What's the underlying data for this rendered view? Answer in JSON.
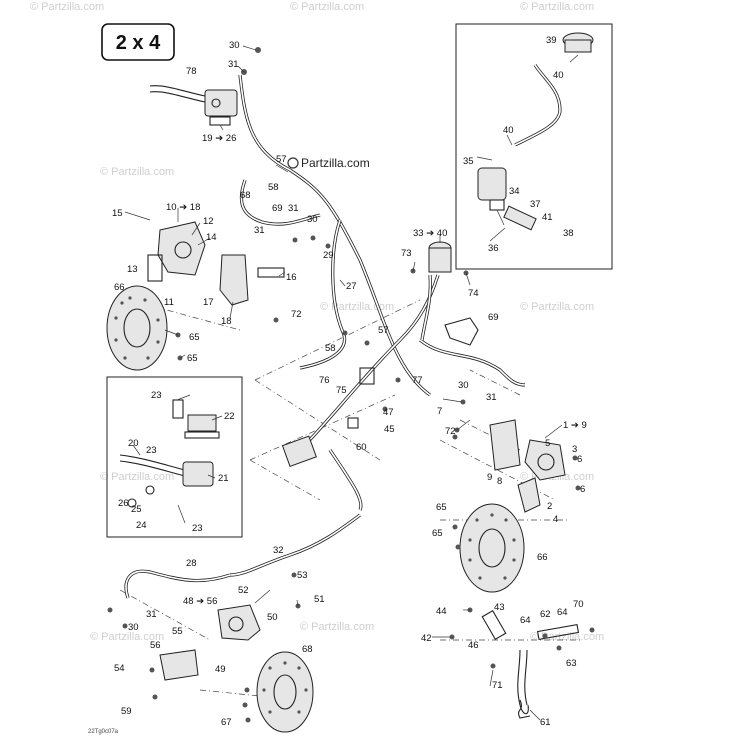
{
  "title_badge": "2 x 4",
  "watermark_text": "© Partzilla.com",
  "watermark_main": "Partzilla.com",
  "diagram_code": "22Tg0c07a",
  "callouts": {
    "c30a": "30",
    "c31a": "31",
    "c78": "78",
    "c19_26": "19 ➔ 26",
    "c57a": "57",
    "c58a": "58",
    "c68": "68",
    "c69a": "69",
    "c31b": "31",
    "c30b": "30",
    "c31c": "31",
    "c29": "29",
    "c10_18": "10 ➔ 18",
    "c15": "15",
    "c12": "12",
    "c14": "14",
    "c13": "13",
    "c11": "11",
    "c17": "17",
    "c16": "16",
    "c18": "18",
    "c72a": "72",
    "c66a": "66",
    "c65a": "65",
    "c65b": "65",
    "c27": "27",
    "c57b": "57",
    "c58b": "58",
    "c33_40": "33 ➔ 40",
    "c73": "73",
    "c74": "74",
    "c69b": "69",
    "c76": "76",
    "c75": "75",
    "c77": "77",
    "c47": "47",
    "c45": "45",
    "c60": "60",
    "c30c": "30",
    "c31d": "31",
    "c7": "7",
    "c72b": "72",
    "c1_9": "1 ➔ 9",
    "c5": "5",
    "c3": "3",
    "c6a": "6",
    "c6b": "6",
    "c9": "9",
    "c8": "8",
    "c2": "2",
    "c4": "4",
    "c65c": "65",
    "c65d": "65",
    "c66b": "66",
    "c39": "39",
    "c40a": "40",
    "c40b": "40",
    "c35": "35",
    "c34": "34",
    "c37": "37",
    "c41": "41",
    "c36": "36",
    "c38": "38",
    "c23a": "23",
    "c22": "22",
    "c20": "20",
    "c23b": "23",
    "c21": "21",
    "c26": "26",
    "c25": "25",
    "c24": "24",
    "c23c": "23",
    "c28": "28",
    "c32": "32",
    "c53": "53",
    "c48_56": "48 ➔ 56",
    "c52": "52",
    "c51": "51",
    "c31e": "31",
    "c30d": "30",
    "c50": "50",
    "c55": "55",
    "c56": "56",
    "c54": "54",
    "c49": "49",
    "c59": "59",
    "c67": "67",
    "c68b": "68",
    "c44": "44",
    "c43": "43",
    "c42": "42",
    "c46": "46",
    "c71": "71",
    "c64a": "64",
    "c62": "62",
    "c70": "70",
    "c64b": "64",
    "c63": "63",
    "c61": "61"
  }
}
